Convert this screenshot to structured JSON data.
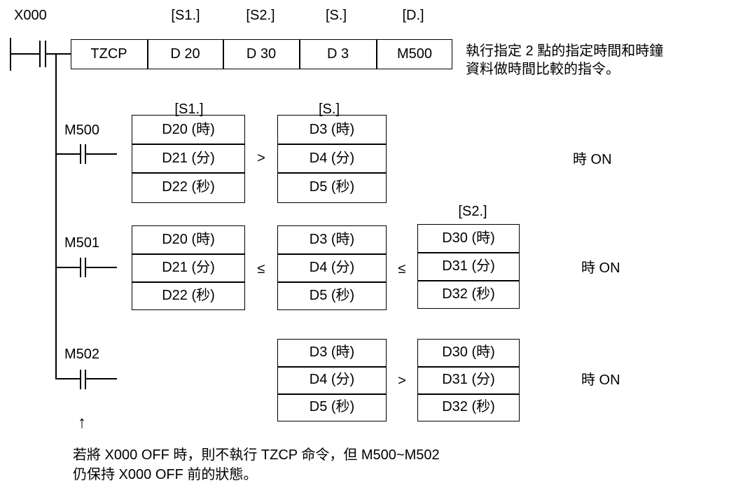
{
  "instruction": {
    "input_label": "X000",
    "operand_headers": [
      "[S1.]",
      "[S2.]",
      "[S.]",
      "[D.]"
    ],
    "cells": [
      "TZCP",
      "D 20",
      "D 30",
      "D 3",
      "M500"
    ],
    "description_line1": "執行指定 2 點的指定時間和時鐘",
    "description_line2": "資料做時間比較的指令。"
  },
  "rung1": {
    "coil": "M500",
    "s1_header": "[S1.]",
    "s_header": "[S.]",
    "s1": [
      "D20 (時)",
      "D21 (分)",
      "D22 (秒)"
    ],
    "op1": ">",
    "s": [
      "D3 (時)",
      "D4 (分)",
      "D5 (秒)"
    ],
    "result": "時 ON"
  },
  "rung2": {
    "coil": "M501",
    "s2_header": "[S2.]",
    "s1": [
      "D20 (時)",
      "D21 (分)",
      "D22 (秒)"
    ],
    "op1": "≤",
    "s": [
      "D3 (時)",
      "D4 (分)",
      "D5 (秒)"
    ],
    "op2": "≤",
    "s2": [
      "D30 (時)",
      "D31 (分)",
      "D32 (秒)"
    ],
    "result": "時 ON"
  },
  "rung3": {
    "coil": "M502",
    "s": [
      "D3 (時)",
      "D4 (分)",
      "D5 (秒)"
    ],
    "op1": ">",
    "s2": [
      "D30 (時)",
      "D31 (分)",
      "D32 (秒)"
    ],
    "result": "時 ON"
  },
  "note": {
    "arrow": "↑",
    "line1": "若將 X000 OFF 時，則不執行 TZCP 命令，但 M500~M502",
    "line2": "仍保持 X000 OFF 前的狀態。"
  }
}
